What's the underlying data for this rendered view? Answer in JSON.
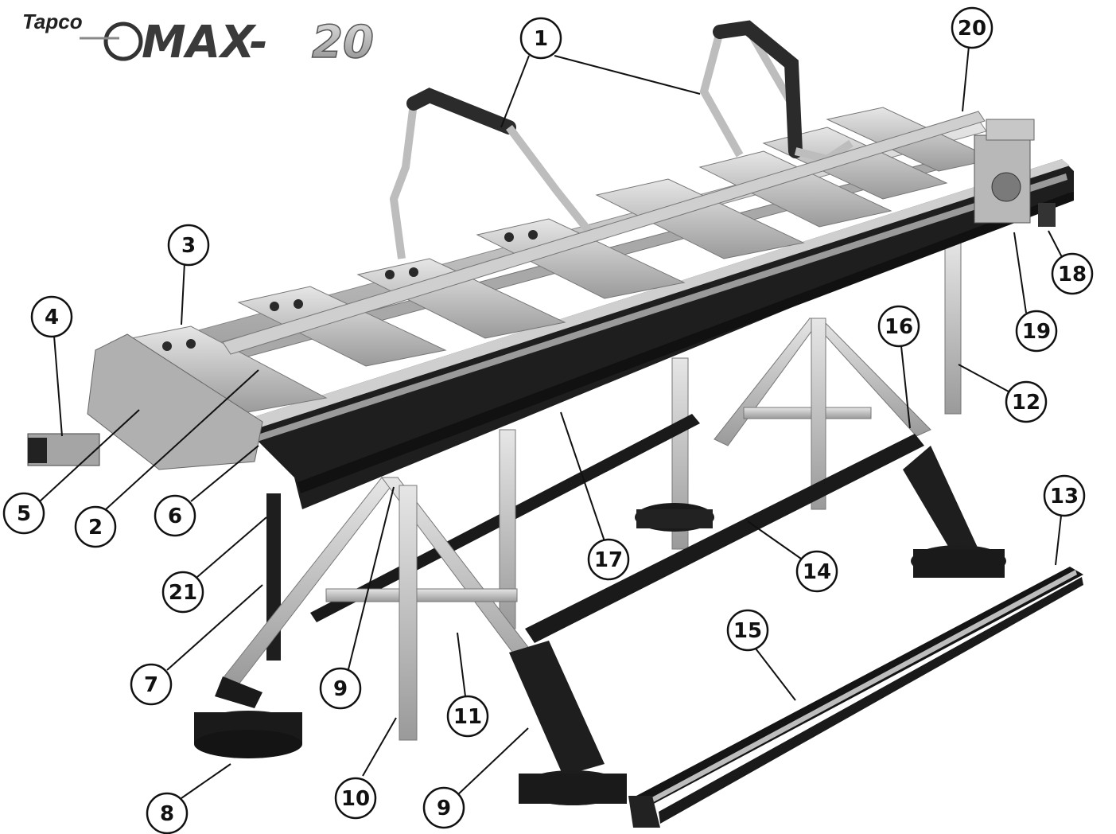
{
  "logo": {
    "brand": "Tapco",
    "model_prefix": "MAX-",
    "model_number": "20"
  },
  "callouts": [
    {
      "id": "c1",
      "number": "1"
    },
    {
      "id": "c2",
      "number": "2"
    },
    {
      "id": "c3",
      "number": "3"
    },
    {
      "id": "c4",
      "number": "4"
    },
    {
      "id": "c5",
      "number": "5"
    },
    {
      "id": "c6",
      "number": "6"
    },
    {
      "id": "c7",
      "number": "7"
    },
    {
      "id": "c8",
      "number": "8"
    },
    {
      "id": "c9a",
      "number": "9"
    },
    {
      "id": "c9b",
      "number": "9"
    },
    {
      "id": "c10",
      "number": "10"
    },
    {
      "id": "c11",
      "number": "11"
    },
    {
      "id": "c12",
      "number": "12"
    },
    {
      "id": "c13",
      "number": "13"
    },
    {
      "id": "c14",
      "number": "14"
    },
    {
      "id": "c15",
      "number": "15"
    },
    {
      "id": "c16",
      "number": "16"
    },
    {
      "id": "c17",
      "number": "17"
    },
    {
      "id": "c18",
      "number": "18"
    },
    {
      "id": "c19",
      "number": "19"
    },
    {
      "id": "c20",
      "number": "20"
    },
    {
      "id": "c21",
      "number": "21"
    }
  ],
  "colors": {
    "frame_dark": "#1e1e1e",
    "aluminum": "#c9c9c9",
    "aluminum_dark": "#8d8d8d",
    "grip": "#2b2b2b",
    "callout_stroke": "#111111",
    "logo_gray": "#b5b5b5"
  }
}
